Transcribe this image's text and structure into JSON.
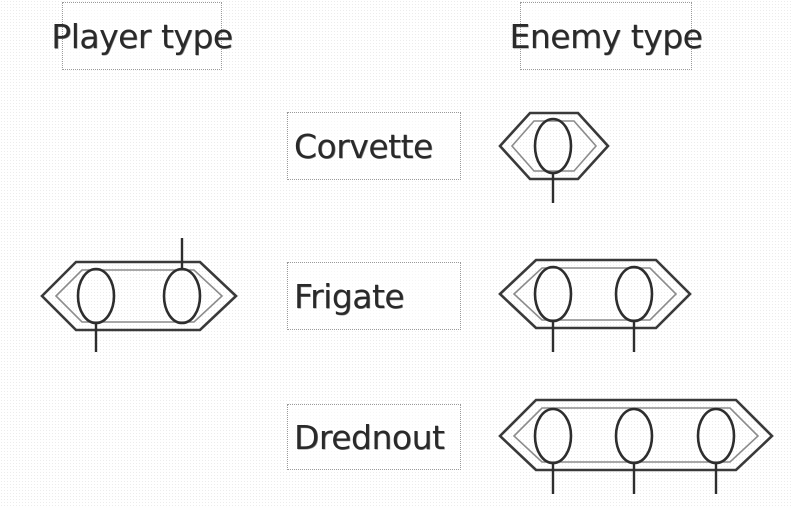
{
  "headers": {
    "player_type": "Player type",
    "enemy_type": "Enemy type"
  },
  "enemy_types": [
    {
      "name": "Corvette",
      "pods": 1
    },
    {
      "name": "Frigate",
      "pods": 2
    },
    {
      "name": "Drednout",
      "pods": 3
    }
  ],
  "player_ship": {
    "pods": 2
  },
  "colors": {
    "outline": "#3a3a3a",
    "border": "#9a9a9a",
    "text": "#2a2a2a"
  }
}
